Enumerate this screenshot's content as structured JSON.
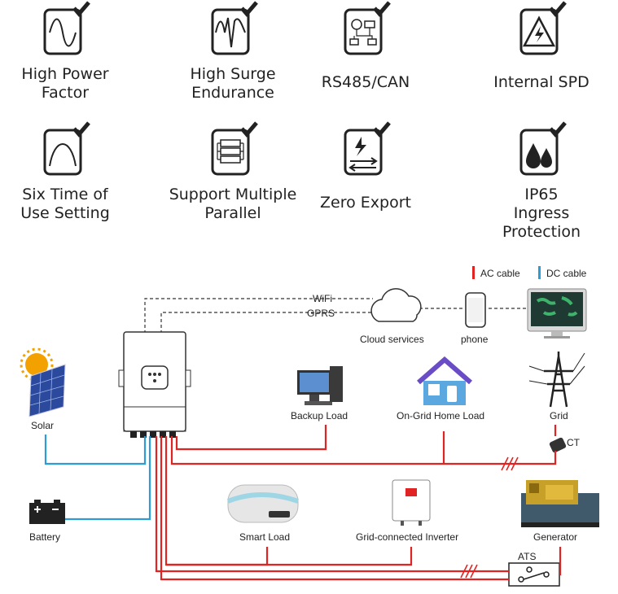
{
  "features": [
    {
      "label_line1": "High Power",
      "label_line2": "Factor",
      "icon": "sine-wave-icon"
    },
    {
      "label_line1": "High Surge",
      "label_line2": "Endurance",
      "icon": "surge-wave-icon"
    },
    {
      "label_line1": "RS485/CAN",
      "label_line2": "",
      "icon": "network-icon"
    },
    {
      "label_line1": "Internal SPD",
      "label_line2": "",
      "icon": "lightning-triangle-icon"
    },
    {
      "label_line1": "Six Time of",
      "label_line2": "Use Setting",
      "icon": "curve-icon"
    },
    {
      "label_line1": "Support Multiple",
      "label_line2": "Parallel",
      "icon": "parallel-stack-icon"
    },
    {
      "label_line1": "Zero Export",
      "label_line2": "",
      "icon": "zero-export-icon"
    },
    {
      "label_line1": "IP65",
      "label_line2": "Ingress Protection",
      "icon": "water-drops-icon"
    }
  ],
  "diagram": {
    "legend": {
      "ac": "AC cable",
      "dc": "DC cable"
    },
    "colors": {
      "ac": "#e02424",
      "dc": "#2d9bd6",
      "dashed": "#333333"
    },
    "links": {
      "wifi": "WiFi",
      "gprs": "GPRS"
    },
    "nodes": {
      "cloud": "Cloud services",
      "phone": "phone",
      "solar": "Solar",
      "battery": "Battery",
      "backup_load": "Backup Load",
      "home_load": "On-Grid Home Load",
      "grid": "Grid",
      "ct": "CT",
      "smart_load": "Smart Load",
      "grid_inverter": "Grid-connected Inverter",
      "generator": "Generator",
      "ats": "ATS"
    }
  }
}
